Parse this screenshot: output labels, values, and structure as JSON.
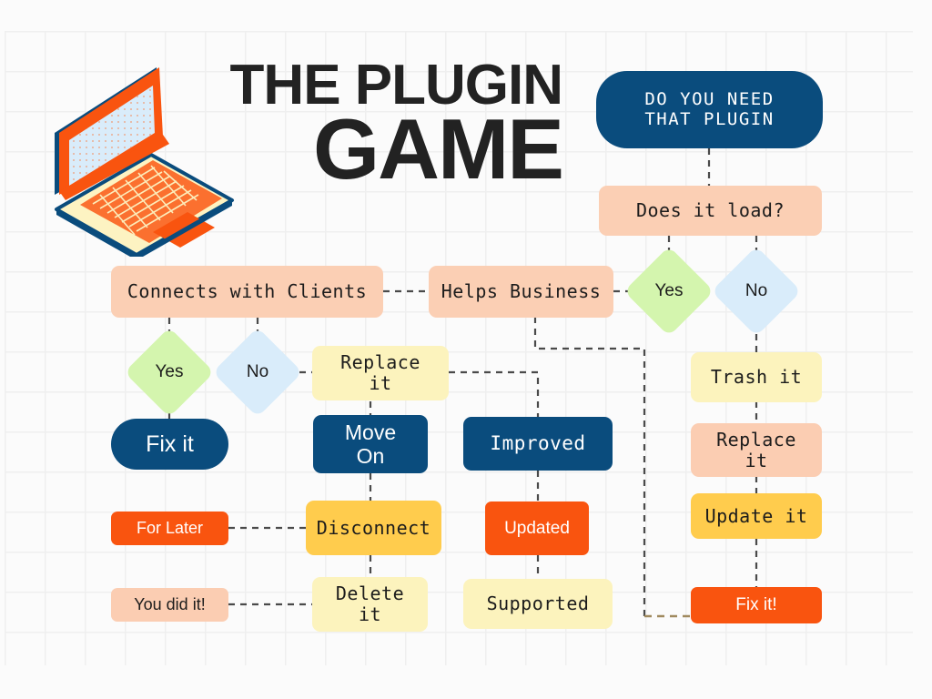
{
  "title": {
    "line1": "THE PLUGIN",
    "line2": "GAME"
  },
  "illustration": {
    "name": "laptop-illustration",
    "colors": {
      "frame": "#f9540f",
      "screen": "#d9ecfa",
      "base": "#fdf3c2",
      "outline": "#0a4c7d"
    }
  },
  "palette": {
    "navy": "#0a4c7d",
    "peach": "#fbcfb4",
    "cream": "#fcf3bd",
    "amber": "#ffcc4d",
    "orange": "#f9540f",
    "green": "#d4f5ae",
    "blue": "#d9ecfa",
    "background": "#fbfbfb",
    "grid_line": "#efefef",
    "connector": "#444444",
    "connector_alt": "#a08a5e"
  },
  "flowchart": {
    "start": {
      "label": "DO YOU NEED\nTHAT PLUGIN"
    },
    "nodes": [
      {
        "id": "does-it-load",
        "label": "Does it load?"
      },
      {
        "id": "yes-right",
        "label": "Yes"
      },
      {
        "id": "no-right",
        "label": "No"
      },
      {
        "id": "trash-it",
        "label": "Trash it"
      },
      {
        "id": "replace-it-right",
        "label": "Replace\nit"
      },
      {
        "id": "update-it",
        "label": "Update it"
      },
      {
        "id": "fix-it-excl",
        "label": "Fix it!"
      },
      {
        "id": "connects-with-clients",
        "label": "Connects with Clients"
      },
      {
        "id": "helps-business",
        "label": "Helps Business"
      },
      {
        "id": "yes-left",
        "label": "Yes"
      },
      {
        "id": "no-left",
        "label": "No"
      },
      {
        "id": "replace-it-left",
        "label": "Replace\nit"
      },
      {
        "id": "fix-it",
        "label": "Fix it"
      },
      {
        "id": "move-on",
        "label": "Move\nOn"
      },
      {
        "id": "improved",
        "label": "Improved"
      },
      {
        "id": "for-later",
        "label": "For Later"
      },
      {
        "id": "disconnect",
        "label": "Disconnect"
      },
      {
        "id": "updated",
        "label": "Updated"
      },
      {
        "id": "you-did-it",
        "label": "You did it!"
      },
      {
        "id": "delete-it",
        "label": "Delete\nit"
      },
      {
        "id": "supported",
        "label": "Supported"
      }
    ]
  }
}
